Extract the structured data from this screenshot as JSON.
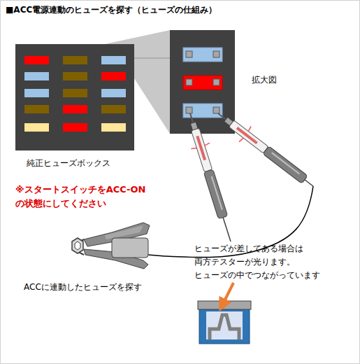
{
  "diagram": {
    "title": "■ACC電源連動のヒューズを探す（ヒューズの仕組み）",
    "nodes": [
      {
        "text": [
          "純正ヒューズボックス"
        ]
      },
      {
        "text": [
          "拡大図"
        ]
      }
    ],
    "edges": [
      {
        "from": 0,
        "to": 1,
        "arrow": "none"
      }
    ],
    "labels": [
      "※スタートスイッチをACC-ON の状態にしてください",
      "ヒューズが差してある場合は 両方テスターが光ります。 ヒューズの中でつながっています",
      "ACCに連動したヒューズを探す"
    ]
  }
}
